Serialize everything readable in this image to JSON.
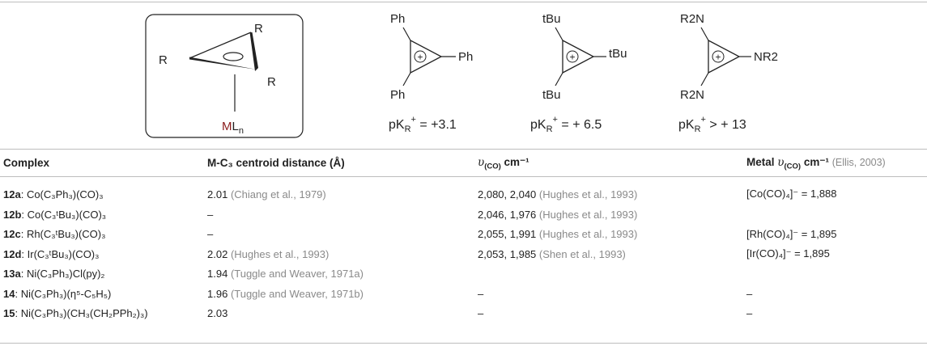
{
  "scheme": {
    "box": {
      "substituent": "R",
      "metal_letter": "M",
      "ligand_text": "L",
      "ligand_subscript": "n"
    },
    "molecules": [
      {
        "subs": [
          "Ph",
          "Ph",
          "Ph"
        ],
        "pk_label": "pK",
        "pk_sub": "R",
        "pk_sup": "+",
        "pk_value": " = +3.1"
      },
      {
        "subs": [
          "tBu",
          "tBu",
          "tBu"
        ],
        "pk_label": "pK",
        "pk_sub": "R",
        "pk_sup": "+",
        "pk_value": " = + 6.5"
      },
      {
        "subs": [
          "R2N",
          "R2N",
          "NR2"
        ],
        "pk_label": "pK",
        "pk_sub": "R",
        "pk_sup": "+",
        "pk_value": " > + 13"
      }
    ],
    "charge_symbol": "+",
    "colors": {
      "metal": "#8b1a1a",
      "ink": "#222222",
      "rule": "#bdbdbd",
      "reference": "#8a8a8a"
    }
  },
  "table": {
    "headers": {
      "complex": "Complex",
      "distance": "M-C₃ centroid distance (Å)",
      "nu_symbol": "υ",
      "nu_sub": "(CO)",
      "unit": " cm⁻¹",
      "metal_prefix": "Metal ",
      "metal_ref": "(Ellis, 2003)"
    },
    "rows": [
      {
        "id": "12a",
        "formula": "Co(C₃Ph₃)(CO)₃",
        "distance": "2.01",
        "distance_ref": "(Chiang et al., 1979)",
        "nu": "2,080, 2,040",
        "nu_ref": "(Hughes et al., 1993)",
        "metal": "[Co(CO)₄]⁻ = 1,888"
      },
      {
        "id": "12b",
        "formula": "Co(C₃ᵗBu₃)(CO)₃",
        "distance": "–",
        "distance_ref": "",
        "nu": "2,046, 1,976",
        "nu_ref": "(Hughes et al., 1993)",
        "metal": ""
      },
      {
        "id": "12c",
        "formula": "Rh(C₃ᵗBu₃)(CO)₃",
        "distance": "–",
        "distance_ref": "",
        "nu": "2,055, 1,991",
        "nu_ref": "(Hughes et al., 1993)",
        "metal": "[Rh(CO)₄]⁻ = 1,895"
      },
      {
        "id": "12d",
        "formula": "Ir(C₃ᵗBu₃)(CO)₃",
        "distance": "2.02",
        "distance_ref": "(Hughes et al., 1993)",
        "nu": "2,053, 1,985",
        "nu_ref": "(Shen et al., 1993)",
        "metal": "[Ir(CO)₄]⁻ = 1,895"
      },
      {
        "id": "13a",
        "formula": "Ni(C₃Ph₃)Cl(py)₂",
        "distance": "1.94",
        "distance_ref": "(Tuggle and Weaver, 1971a)",
        "nu": "",
        "nu_ref": "",
        "metal": ""
      },
      {
        "id": "14",
        "formula": "Ni(C₃Ph₃)(η⁵-C₅H₅)",
        "distance": "1.96",
        "distance_ref": "(Tuggle and Weaver, 1971b)",
        "nu": "–",
        "nu_ref": "",
        "metal": "–"
      },
      {
        "id": "15",
        "formula": "Ni(C₃Ph₃)(CH₃(CH₂PPh₂)₃)",
        "distance": "2.03",
        "distance_ref": "",
        "nu": "–",
        "nu_ref": "",
        "metal": "–"
      }
    ]
  }
}
